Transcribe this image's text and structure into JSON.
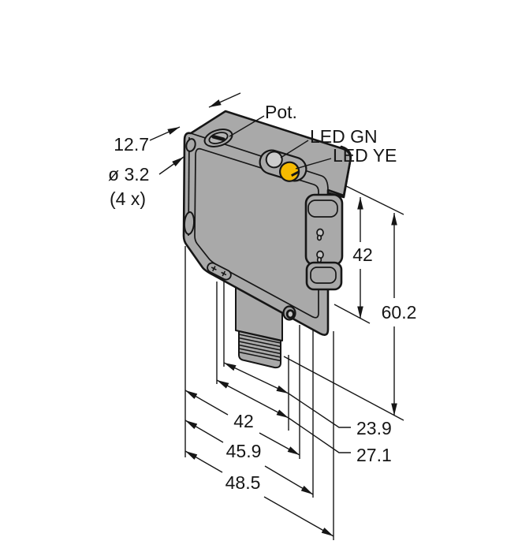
{
  "drawing": {
    "type": "isometric-dimension-drawing",
    "subject": "photoelectric sensor housing with M12 threaded connector",
    "callouts": {
      "pot": "Pot.",
      "led_green": "LED GN",
      "led_yellow": "LED YE",
      "hole_diameter": "ø 3.2",
      "hole_count": "(4 x)",
      "adjust_marks": "+ +"
    },
    "dimensions": {
      "housing_thickness": "12.7",
      "lens_section_height": "42",
      "overall_height": "60.2",
      "depth_23_9": "23.9",
      "depth_27_1": "27.1",
      "width_42": "42",
      "width_45_9": "45.9",
      "width_48_5": "48.5"
    },
    "colors": {
      "housing": "#a9a9a9",
      "led_yellow": "#f6ba00",
      "led_green_lens": "#cccccc",
      "line": "#161616",
      "background": "#ffffff"
    }
  }
}
